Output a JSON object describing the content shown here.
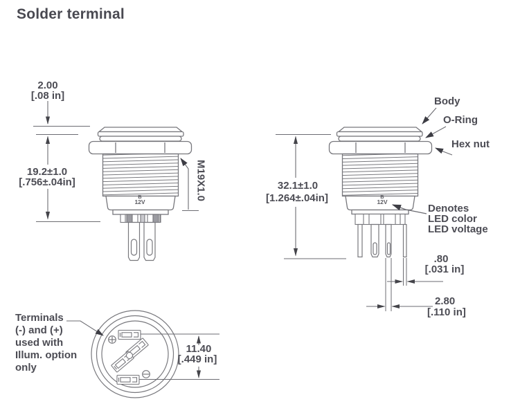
{
  "title": "Solder terminal",
  "front_view": {
    "marking": {
      "line1": "B",
      "line2": "12V"
    },
    "thread_spec": "M19X1.0",
    "dim_cap": {
      "mm": "2.00",
      "inch": "[.08 in]"
    },
    "dim_height": {
      "mm": "19.2±1.0",
      "inch": "[.756±.04in]"
    }
  },
  "side_view": {
    "marking": {
      "line1": "B",
      "line2": "12V"
    },
    "dim_height": {
      "mm": "32.1±1.0",
      "inch": "[1.264±.04in]"
    },
    "dim_pin": {
      "mm": ".80",
      "inch": "[.031 in]"
    },
    "dim_terminal": {
      "mm": "2.80",
      "inch": "[.110 in]"
    },
    "labels": {
      "body": "Body",
      "o_ring": "O-Ring",
      "hex_nut": "Hex nut"
    },
    "led_note": [
      "Denotes",
      "LED color",
      "LED voltage"
    ]
  },
  "bottom_view": {
    "note": [
      "Terminals",
      "(-) and (+)",
      "used with",
      "Illum. option",
      "only"
    ],
    "dim_span": {
      "mm": "11.40",
      "inch": "[.449 in]"
    },
    "polarity": {
      "positive": "+",
      "negative": "−"
    }
  },
  "colors": {
    "text": "#4c4c54",
    "line": "#77777c",
    "arrow": "#44444a"
  }
}
